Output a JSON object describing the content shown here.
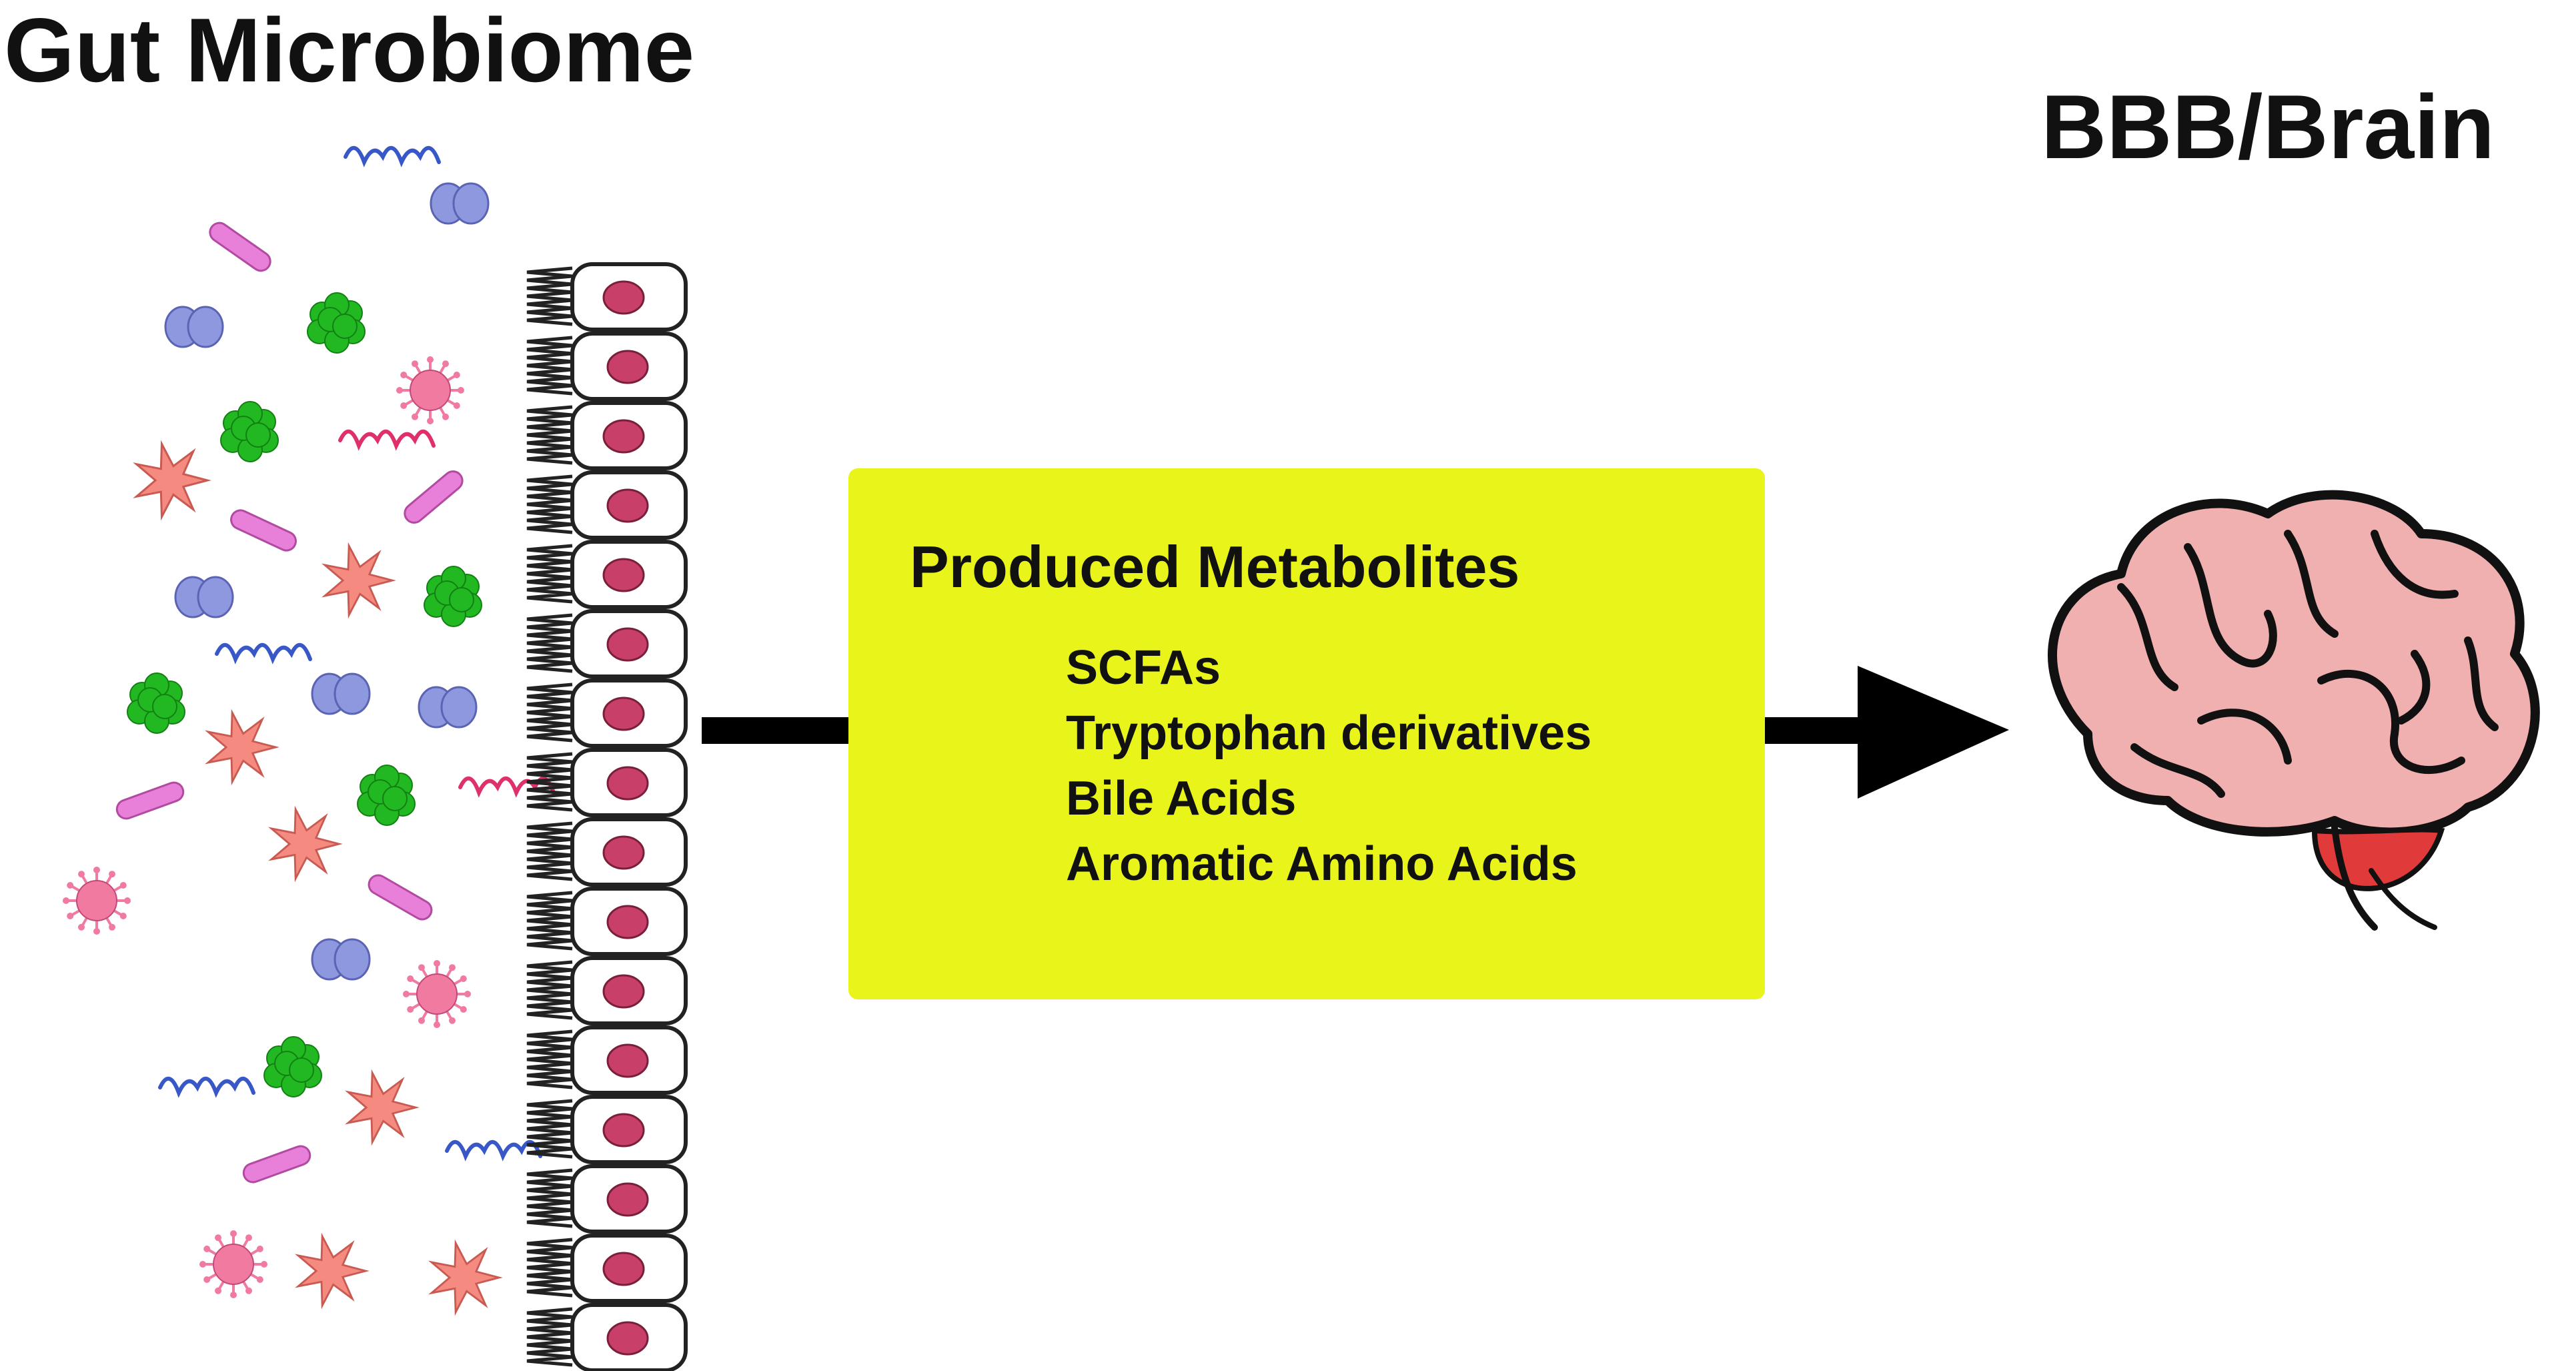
{
  "gut_label": "Gut Microbiome",
  "brain_label": "BBB/Brain",
  "metabolites": {
    "heading": "Produced Metabolites",
    "items": [
      "SCFAs",
      "Tryptophan derivatives",
      "Bile Acids",
      "Aromatic Amino Acids"
    ]
  },
  "colors": {
    "box_fill": "#e8f41a",
    "arrow": "#000000",
    "rod_bacteria": "#e87fd8",
    "coccus_bacteria": "#8e98de",
    "green_cluster": "#22b822",
    "spiral_blue": "#3858c8",
    "spiral_red": "#e0306a",
    "star_microbe": "#f48a80",
    "virus": "#f07aa0",
    "cell_nucleus": "#c8406a",
    "brain_fill": "#f0b0b0",
    "brain_accent": "#e03a3a"
  },
  "icons": [
    "rod-bacterium-icon",
    "diplococcus-icon",
    "green-cluster-icon",
    "spirochete-icon",
    "star-microbe-icon",
    "virus-icon",
    "epithelial-cell-icon",
    "brain-icon",
    "arrow-icon"
  ]
}
